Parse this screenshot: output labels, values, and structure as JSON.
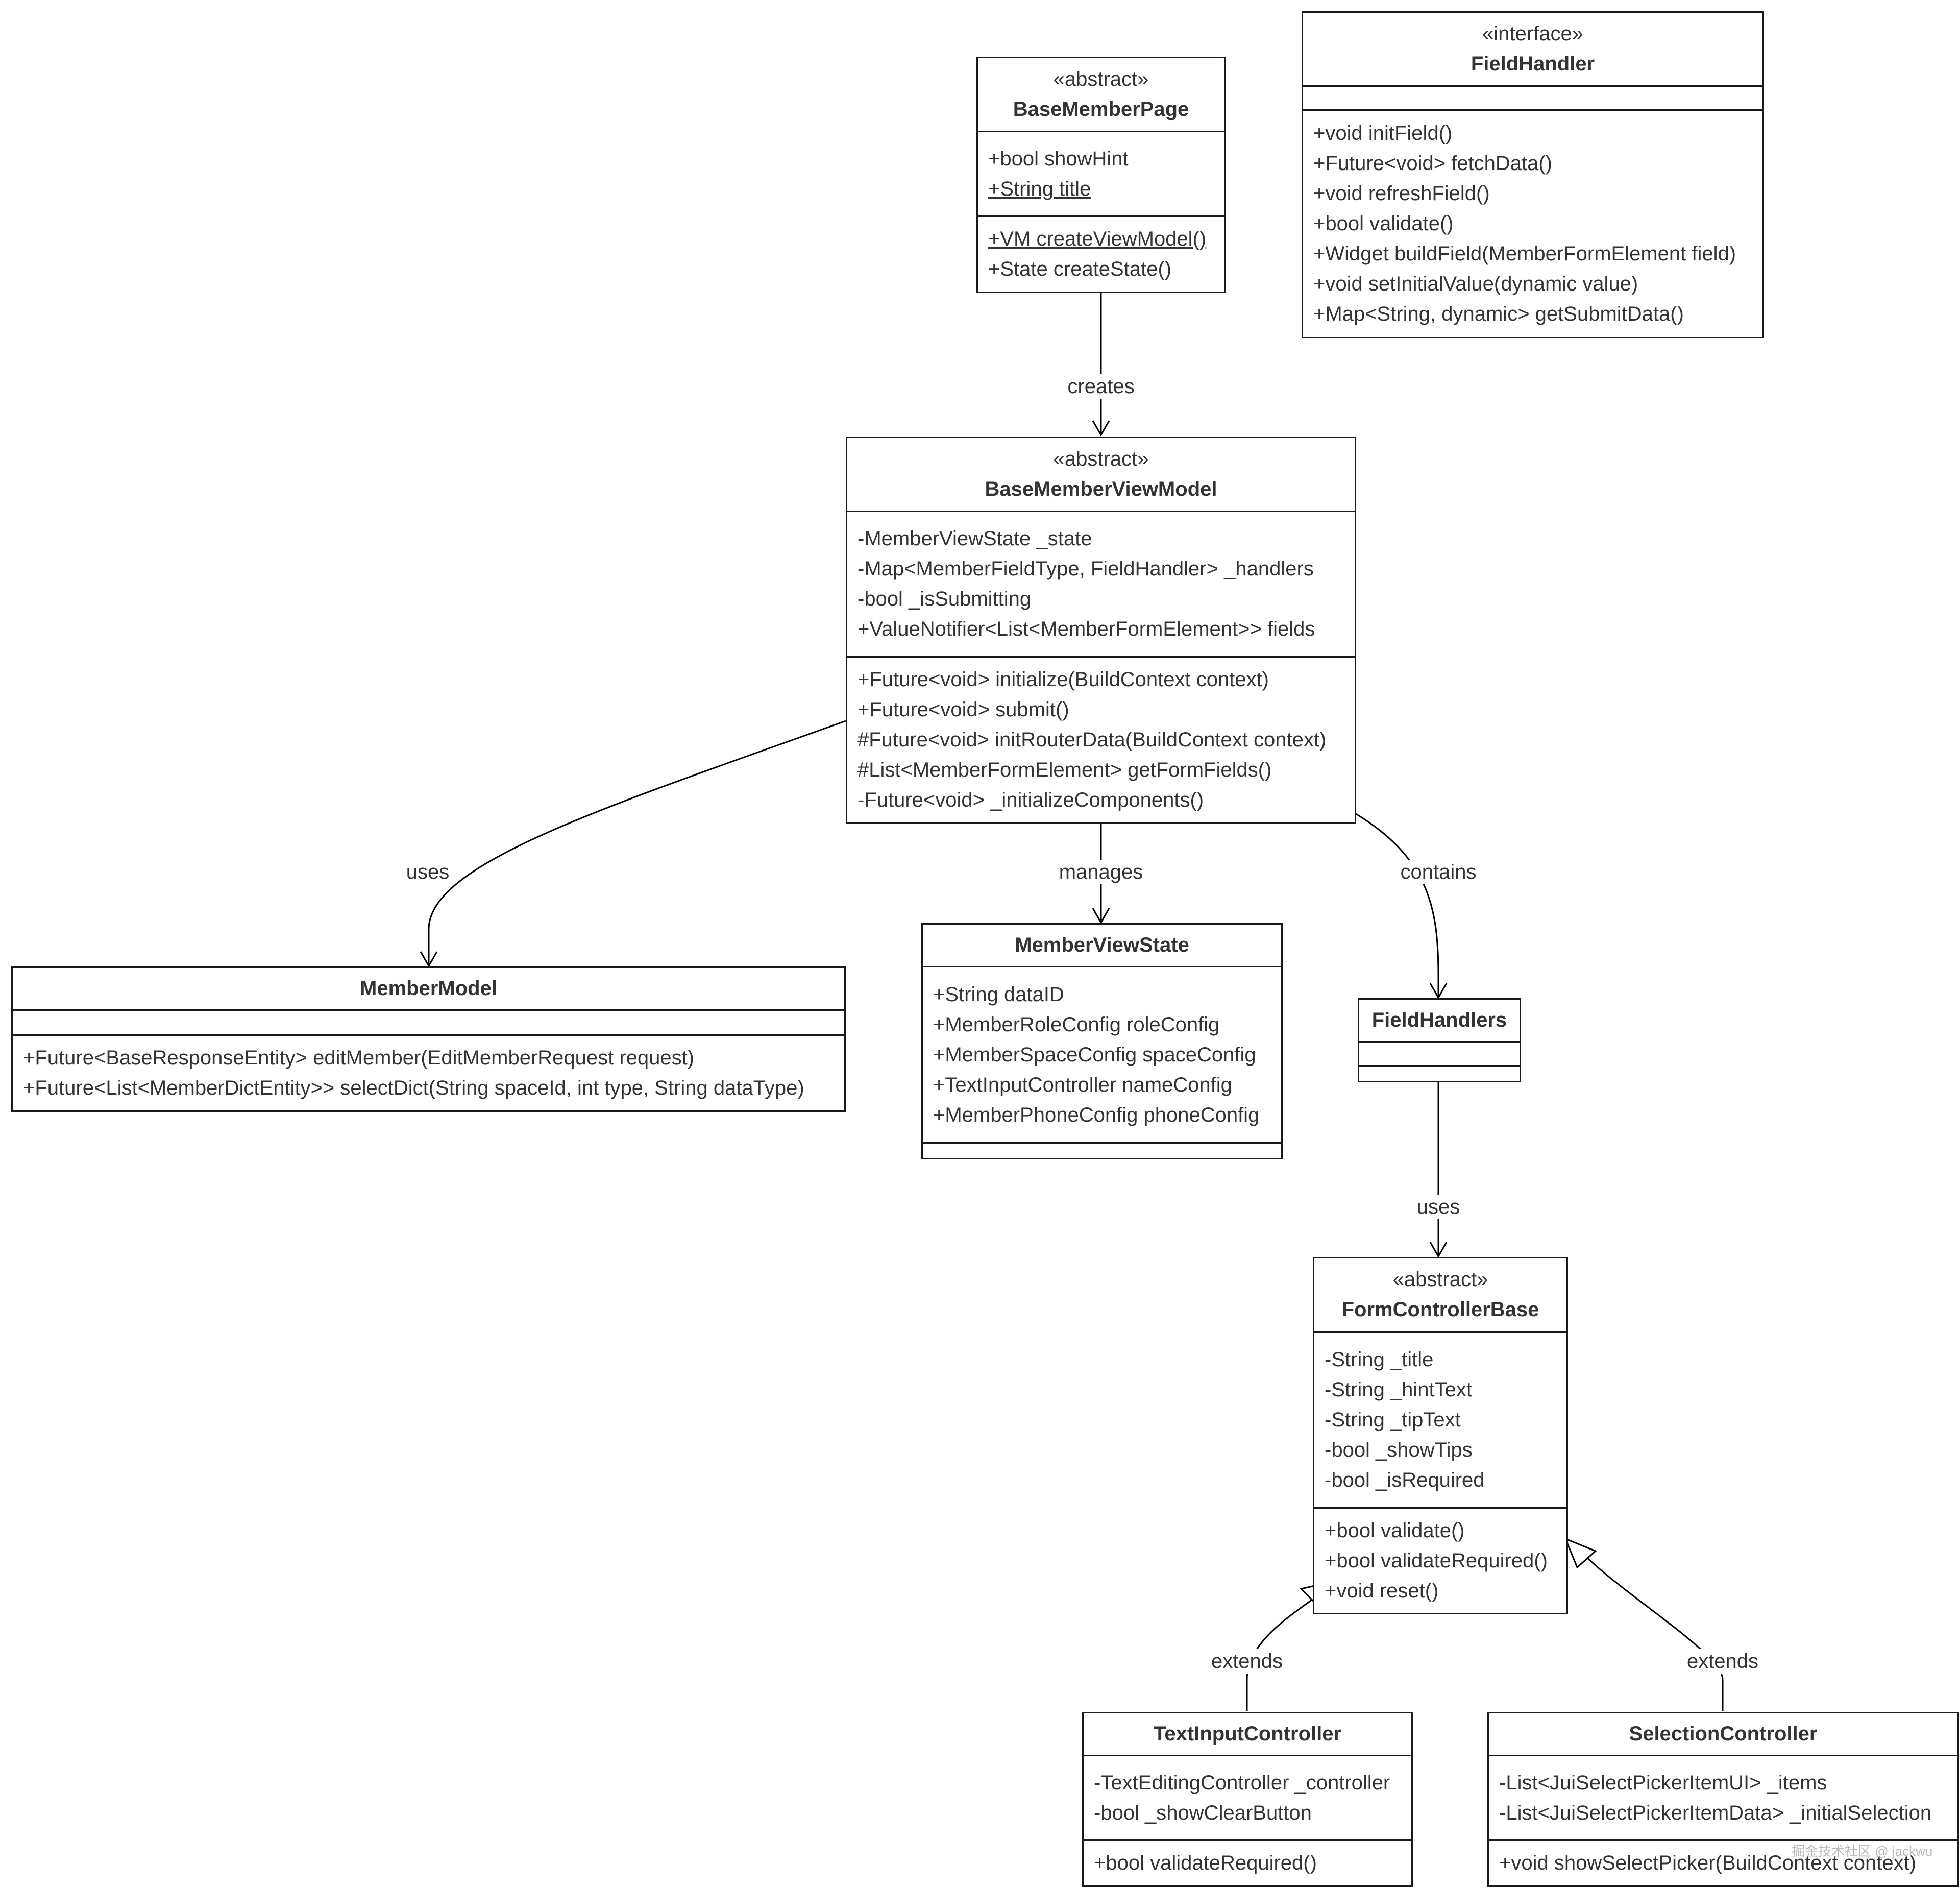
{
  "classes": {
    "base_member_page": {
      "stereotype": "«abstract»",
      "name": "BaseMemberPage",
      "attributes": [
        "+bool showHint",
        "+String title"
      ],
      "methods": [
        "+VM createViewModel()",
        "+State createState()"
      ]
    },
    "field_handler": {
      "stereotype": "«interface»",
      "name": "FieldHandler",
      "attributes": [],
      "methods": [
        "+void initField()",
        "+Future<void> fetchData()",
        "+void refreshField()",
        "+bool validate()",
        "+Widget buildField(MemberFormElement field)",
        "+void setInitialValue(dynamic value)",
        "+Map<String, dynamic> getSubmitData()"
      ]
    },
    "base_member_view_model": {
      "stereotype": "«abstract»",
      "name": "BaseMemberViewModel",
      "attributes": [
        "-MemberViewState _state",
        "-Map<MemberFieldType, FieldHandler> _handlers",
        "-bool _isSubmitting",
        "+ValueNotifier<List<MemberFormElement>> fields"
      ],
      "methods": [
        "+Future<void> initialize(BuildContext context)",
        "+Future<void> submit()",
        "#Future<void> initRouterData(BuildContext context)",
        "#List<MemberFormElement> getFormFields()",
        "-Future<void> _initializeComponents()"
      ]
    },
    "member_model": {
      "name": "MemberModel",
      "attributes": [],
      "methods": [
        "+Future<BaseResponseEntity> editMember(EditMemberRequest request)",
        "+Future<List<MemberDictEntity>> selectDict(String spaceId, int type, String dataType)"
      ]
    },
    "member_view_state": {
      "name": "MemberViewState",
      "attributes": [
        "+String dataID",
        "+MemberRoleConfig roleConfig",
        "+MemberSpaceConfig spaceConfig",
        "+TextInputController nameConfig",
        "+MemberPhoneConfig phoneConfig"
      ],
      "methods": []
    },
    "field_handlers": {
      "name": "FieldHandlers",
      "attributes": [],
      "methods": []
    },
    "form_controller_base": {
      "stereotype": "«abstract»",
      "name": "FormControllerBase",
      "attributes": [
        "-String _title",
        "-String _hintText",
        "-String _tipText",
        "-bool _showTips",
        "-bool _isRequired"
      ],
      "methods": [
        "+bool validate()",
        "+bool validateRequired()",
        "+void reset()"
      ]
    },
    "text_input_controller": {
      "name": "TextInputController",
      "attributes": [
        "-TextEditingController _controller",
        "-bool _showClearButton"
      ],
      "methods": [
        "+bool validateRequired()"
      ]
    },
    "selection_controller": {
      "name": "SelectionController",
      "attributes": [
        "-List<JuiSelectPickerItemUI> _items",
        "-List<JuiSelectPickerItemData> _initialSelection"
      ],
      "methods": [
        "+void showSelectPicker(BuildContext context)"
      ]
    }
  },
  "relations": {
    "creates": "creates",
    "uses_model": "uses",
    "manages": "manages",
    "contains": "contains",
    "uses_base": "uses",
    "extends_text": "extends",
    "extends_selection": "extends"
  },
  "watermark": "掘金技术社区 @ jackwu"
}
